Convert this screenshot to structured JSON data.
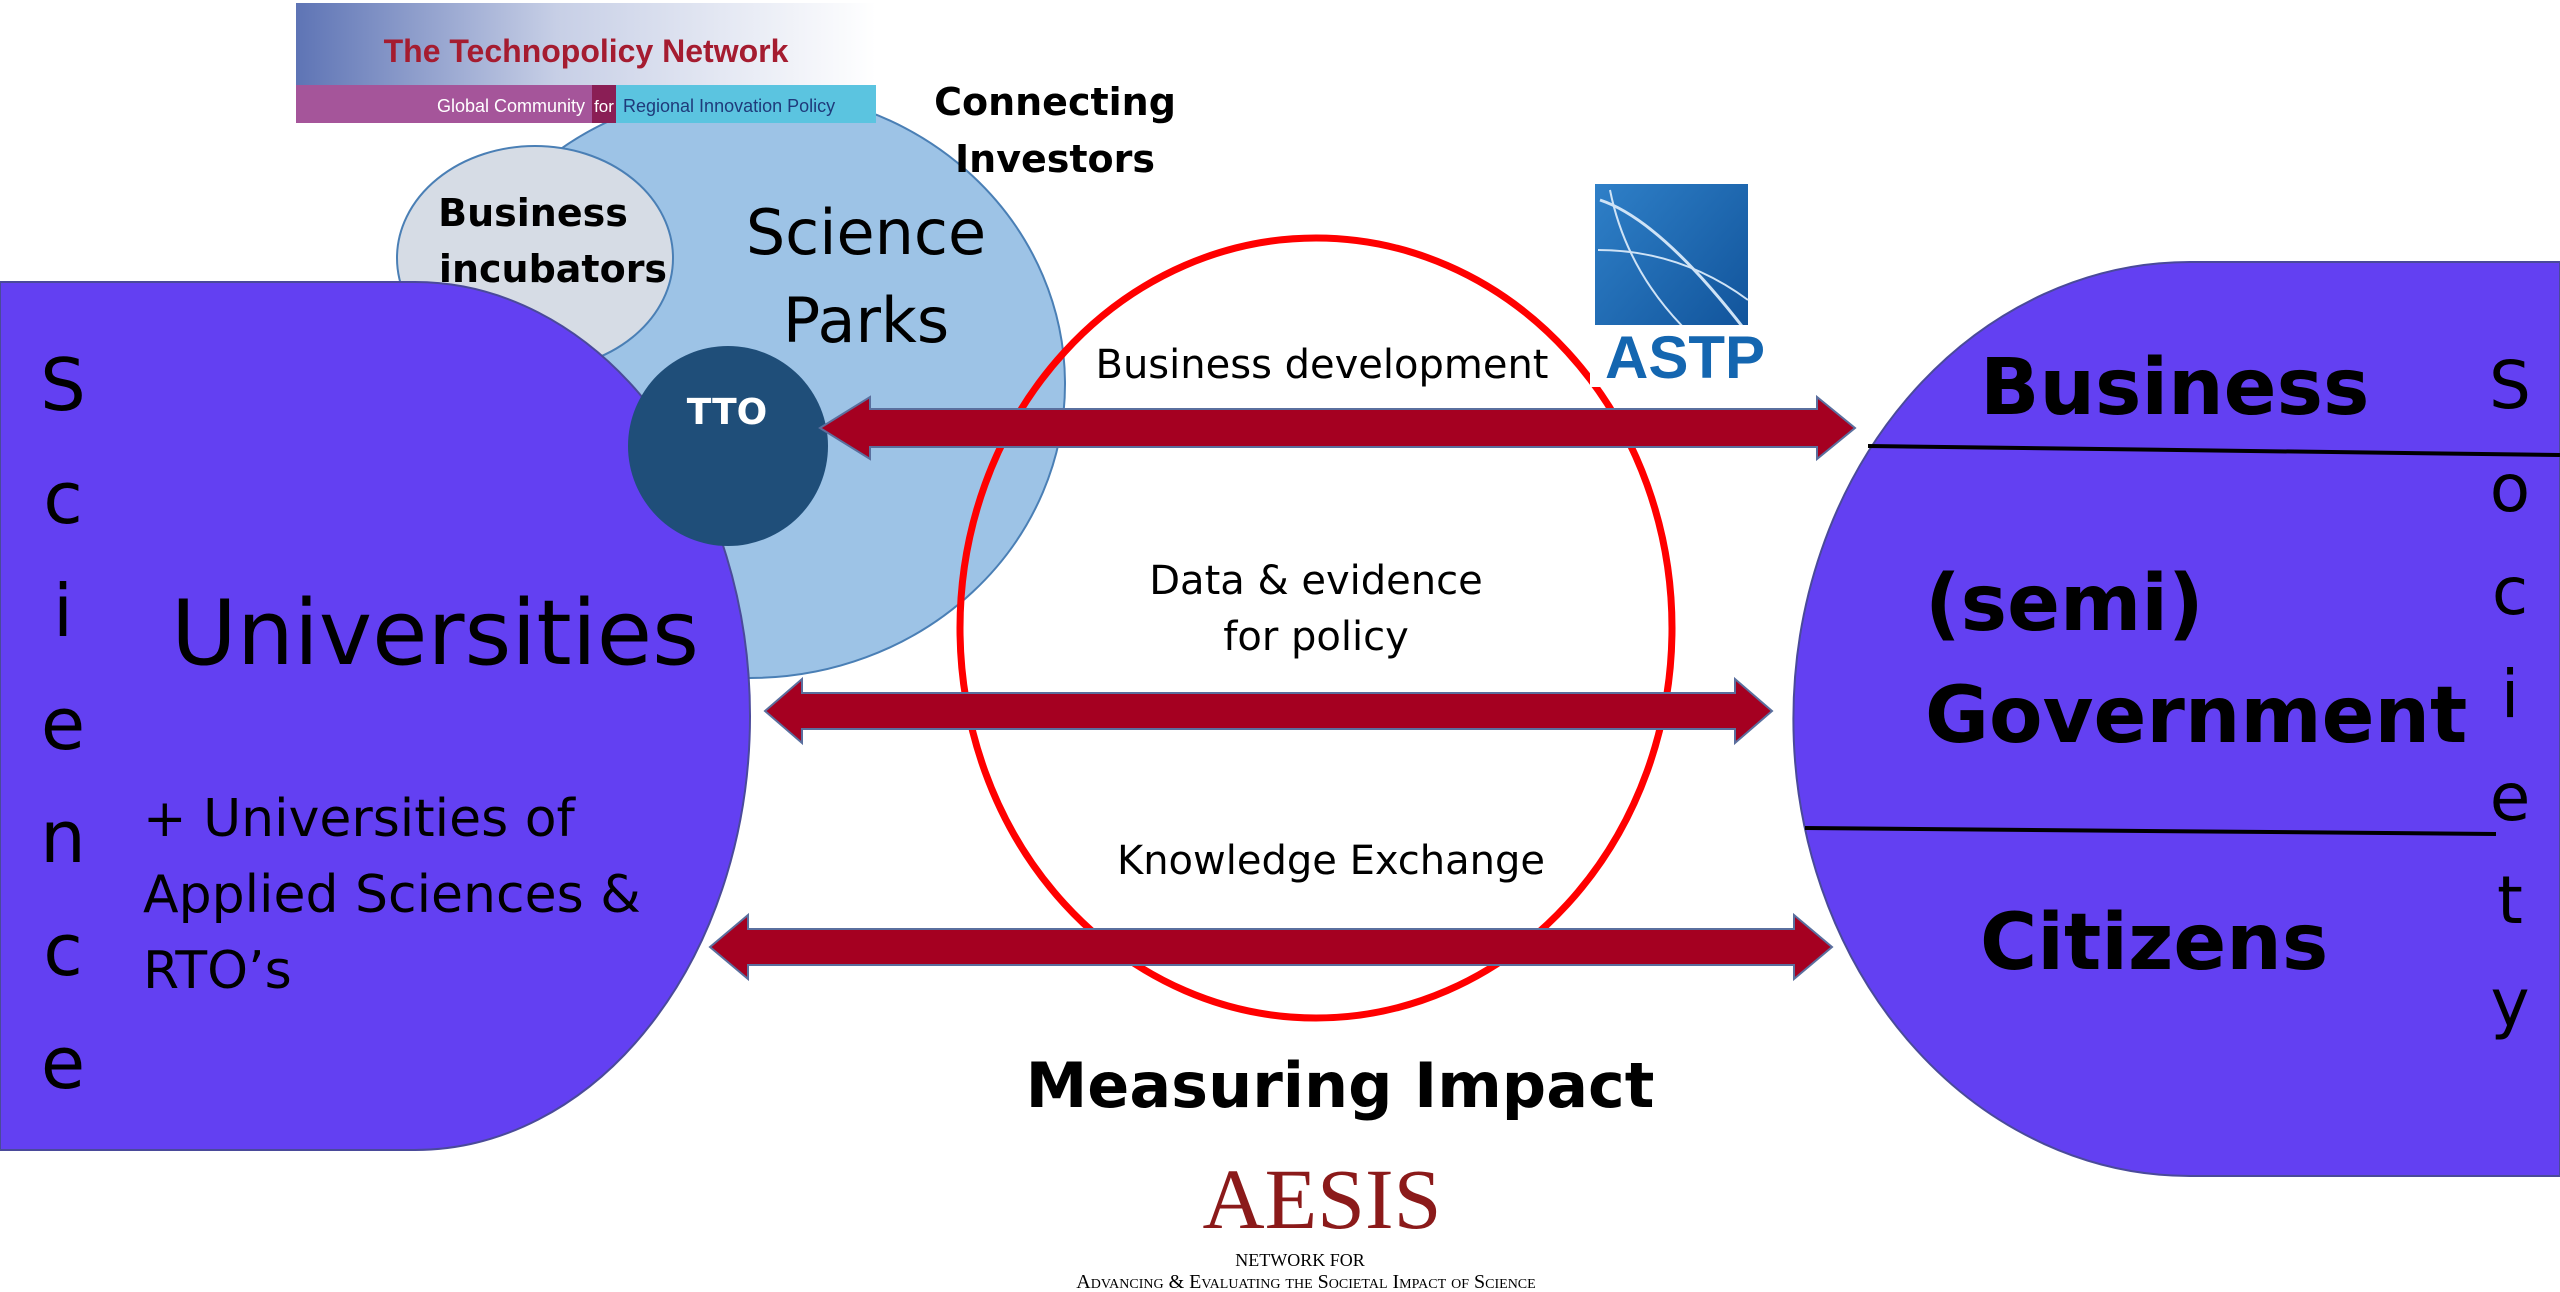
{
  "logos": {
    "technopolicy": {
      "title": "The Technopolicy Network",
      "tagline_left": "Global Community",
      "tagline_mid": "for",
      "tagline_right": "Regional Innovation Policy"
    },
    "astp": {
      "label": "ASTP"
    },
    "aesis": {
      "name": "AESIS",
      "subtitle_line1": "Network for",
      "subtitle_line2": "Advancing & Evaluating the Societal Impact of Science"
    }
  },
  "ecosystem": {
    "connecting_investors_line1": "Connecting",
    "connecting_investors_line2": "Investors",
    "science_parks_line1": "Science",
    "science_parks_line2": "Parks",
    "business_incubators_line1": "Business",
    "business_incubators_line2": "incubators",
    "tto": "TTO"
  },
  "science": {
    "vertical_label": [
      "S",
      "c",
      "i",
      "e",
      "n",
      "c",
      "e"
    ],
    "universities": "Universities",
    "extra_line1": "+ Universities of",
    "extra_line2": "Applied Sciences &",
    "extra_line3": "RTO’s"
  },
  "society": {
    "vertical_label": [
      "S",
      "o",
      "c",
      "i",
      "e",
      "t",
      "y"
    ],
    "business": "Business",
    "government_line1": "(semi)",
    "government_line2": "Government",
    "citizens": "Citizens"
  },
  "flows": {
    "business_development": "Business development",
    "data_line1": "Data & evidence",
    "data_line2": "for policy",
    "knowledge_exchange": "Knowledge Exchange"
  },
  "measuring_impact": "Measuring Impact",
  "colors": {
    "purple": "#6340F2",
    "light_blue": "#9DC3E6",
    "incubator_gray": "#D6DCE5",
    "tto_blue": "#1F4E79",
    "arrow_red": "#A50021",
    "circle_red": "#FF0000",
    "aesis_brown": "#8B1A1A",
    "astp_blue": "#1466B0"
  }
}
